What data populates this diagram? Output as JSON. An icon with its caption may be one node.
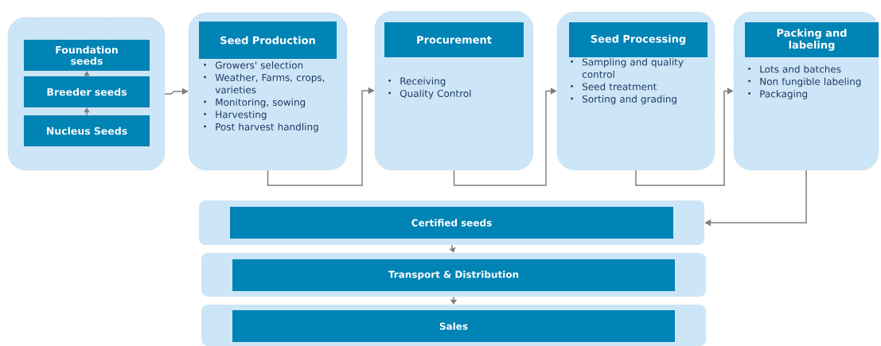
{
  "diagram": {
    "nodes": [
      {
        "text": [],
        "shape": "box"
      },
      {
        "text": [
          "Foundation seeds"
        ],
        "in": 0
      },
      {
        "text": [
          "Breeder seeds"
        ],
        "in": 0
      },
      {
        "text": [
          "Nucleus Seeds"
        ],
        "in": 0
      },
      {
        "text": [
          "Growers' selection",
          "Weather, Farms, crops, varieties",
          "Monitoring, sowing",
          "Harvesting",
          "Post harvest handling"
        ]
      },
      {
        "text": [
          "Seed Production"
        ],
        "in": 4
      },
      {
        "text": [
          "Receiving",
          "Quality Control"
        ]
      },
      {
        "text": [
          "Procurement"
        ],
        "in": 6
      },
      {
        "text": [
          "Sampling and quality control",
          "Seed treatment",
          "Sorting and grading"
        ]
      },
      {
        "text": [
          "Seed Processing"
        ],
        "in": 8
      },
      {
        "text": [
          "Lots and batches",
          "Non fungible labeling",
          "Packaging"
        ]
      },
      {
        "text": [
          "Packing and labeling"
        ],
        "in": 10
      },
      {
        "text": [],
        "shape": "box"
      },
      {
        "text": [
          "Certified seeds"
        ],
        "in": 12
      },
      {
        "text": [],
        "shape": "box"
      },
      {
        "text": [
          "Transport & Distribution"
        ],
        "in": 14
      },
      {
        "text": [],
        "shape": "box"
      },
      {
        "text": [
          "Sales"
        ],
        "in": 16
      }
    ],
    "edges": [
      {
        "from": 3,
        "to": 2,
        "arrow": "to"
      },
      {
        "from": 2,
        "to": 1,
        "arrow": "to"
      },
      {
        "from": 0,
        "to": 4,
        "arrow": "to"
      },
      {
        "from": 4,
        "to": 6,
        "arrow": "to"
      },
      {
        "from": 6,
        "to": 8,
        "arrow": "to"
      },
      {
        "from": 8,
        "to": 10,
        "arrow": "to"
      },
      {
        "from": 10,
        "to": 12,
        "arrow": "to"
      },
      {
        "from": 12,
        "to": 14,
        "arrow": "to"
      },
      {
        "from": 14,
        "to": 16,
        "arrow": "to"
      }
    ]
  }
}
